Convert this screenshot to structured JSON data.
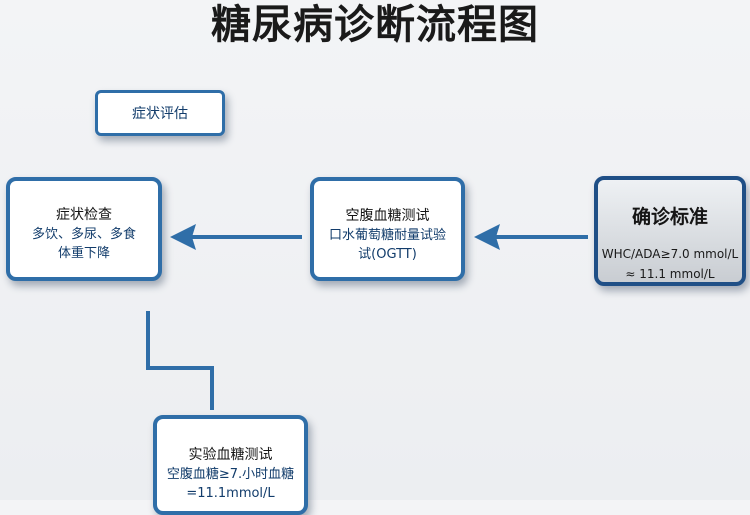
{
  "title": "糖尿病诊断流程图",
  "boxes": {
    "symptom_eval": {
      "label": "症状评估"
    },
    "symptom_check": {
      "heading": "症状检查",
      "line1": "多饮、多尿、多食",
      "line2": "体重下降"
    },
    "fasting_test": {
      "heading": "空腹血糖测试",
      "line1": "口水葡萄糖耐量试验",
      "line2": "试(OGTT)"
    },
    "diagnosis": {
      "heading": "确诊标准",
      "line1": "WHC/ADA≥7.0 mmol/L",
      "line2": "≈ 11.1 mmol/L"
    },
    "lab_test": {
      "heading": "实验血糖测试",
      "line1": "空腹血糖≥7.小时血糖",
      "line2": "=11.1mmol/L"
    }
  },
  "colors": {
    "border": "#2f6ea8",
    "arrow": "#2f6ea8",
    "diagnosis_bg": "#c9cdd2"
  }
}
